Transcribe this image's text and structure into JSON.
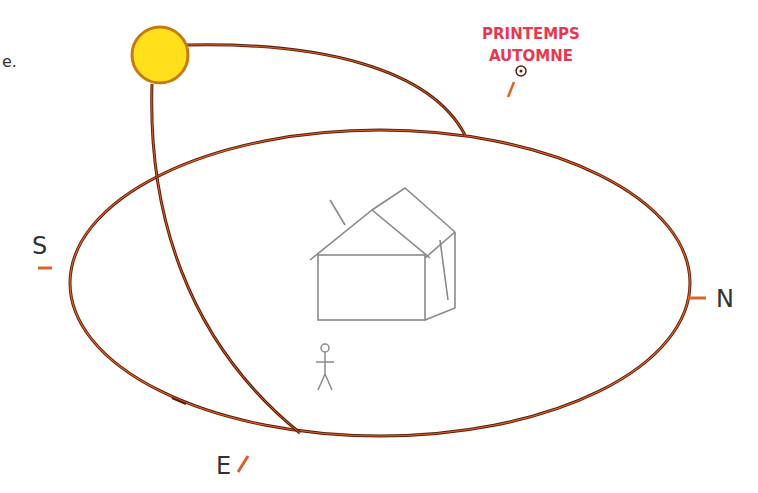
{
  "diagram": {
    "labels": [
      "e.",
      "PRINTEMPS AUTOMNE",
      "S",
      "N",
      "E"
    ]
  }
}
